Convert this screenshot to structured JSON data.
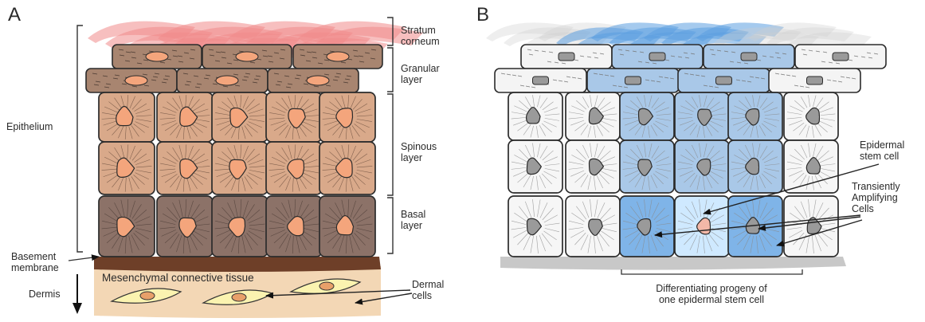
{
  "panel_a": {
    "letter": "A",
    "labels": {
      "stratum_corneum": [
        "Stratum",
        "corneum"
      ],
      "granular_layer": [
        "Granular",
        "layer"
      ],
      "spinous_layer": [
        "Spinous",
        "layer"
      ],
      "basal_layer": [
        "Basal",
        "layer"
      ],
      "epithelium": "Epithelium",
      "basement_membrane": [
        "Basement",
        "membrane"
      ],
      "dermis": "Dermis",
      "mesenchymal": "Mesenchymal connective  tissue",
      "dermal_cells": [
        "Dermal",
        "cells"
      ]
    }
  },
  "panel_b": {
    "letter": "B",
    "labels": {
      "epidermal_stem_cell": [
        "Epidermal",
        "stem cell"
      ],
      "transiently_amplifying": [
        "Transiently",
        "Amplifying",
        "Cells"
      ],
      "differentiating_progeny": [
        "Differentiating progeny of",
        "one epidermal stem cell"
      ]
    }
  },
  "colors": {
    "corneum_a": "#f08a8a",
    "granular_a": "#a88570",
    "spinous_a": "#d9a98a",
    "basal_a": "#8c7268",
    "nucleus_a": "#f4a57c",
    "dermis": "#f3d7b5",
    "membrane": "#6e3f28",
    "corneum_b": "#5b9ee0",
    "clone_b": "#a9c8e8",
    "stem_b": "#cfe9ff",
    "ta_b": "#7fb4e8",
    "nucleus_b": "#9a9a9a",
    "outline": "#2b2b2b"
  }
}
